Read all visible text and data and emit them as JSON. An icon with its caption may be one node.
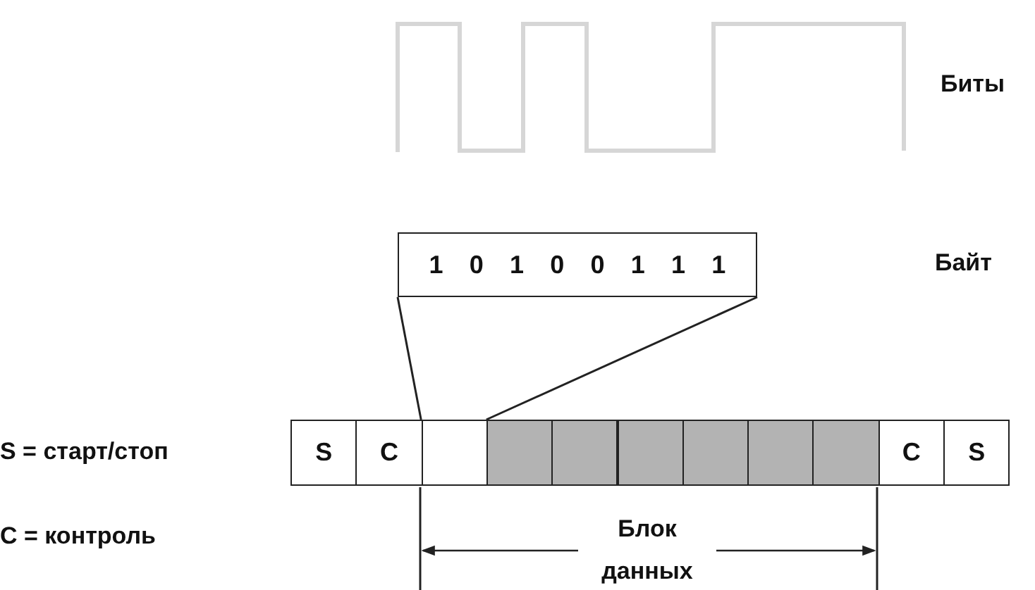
{
  "diagram": {
    "nodes": [
      {
        "text": [
          "1",
          "0",
          "1",
          "0",
          "0",
          "1",
          "1",
          "1"
        ]
      },
      {
        "text": [
          "S"
        ]
      },
      {
        "text": [
          "C"
        ]
      },
      {
        "text": [],
        "shape": "box"
      },
      {
        "text": [],
        "shape": "box"
      },
      {
        "text": [],
        "shape": "box"
      },
      {
        "text": [],
        "shape": "box"
      },
      {
        "text": [],
        "shape": "box"
      },
      {
        "text": [],
        "shape": "box"
      },
      {
        "text": [],
        "shape": "box"
      },
      {
        "text": [
          "C"
        ]
      },
      {
        "text": [
          "S"
        ]
      }
    ],
    "edges": [
      {
        "from": 0,
        "to": 3,
        "arrow": "none"
      },
      {
        "from": 0,
        "to": 4,
        "arrow": "none"
      }
    ],
    "labels": [
      "Биты",
      "Байт",
      "S = старт/стоп",
      "C = контроль",
      "Блок данных"
    ]
  }
}
